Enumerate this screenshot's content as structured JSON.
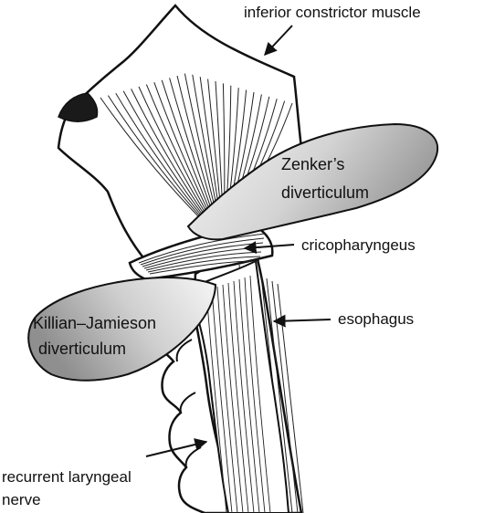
{
  "labels": {
    "inferior_constrictor": "inferior constrictor muscle",
    "zenker_line1": "Zenker’s",
    "zenker_line2": "diverticulum",
    "cricopharyngeus": "cricopharyngeus",
    "esophagus": "esophagus",
    "killian_line1": "Killian–Jamieson",
    "killian_line2": "diverticulum",
    "nerve_line1": "recurrent laryngeal",
    "nerve_line2": "nerve"
  },
  "colors": {
    "ink": "#111111",
    "diverticulum_light": "#f4f4f4",
    "diverticulum_dark": "#9a9a9a",
    "background": "#ffffff"
  }
}
